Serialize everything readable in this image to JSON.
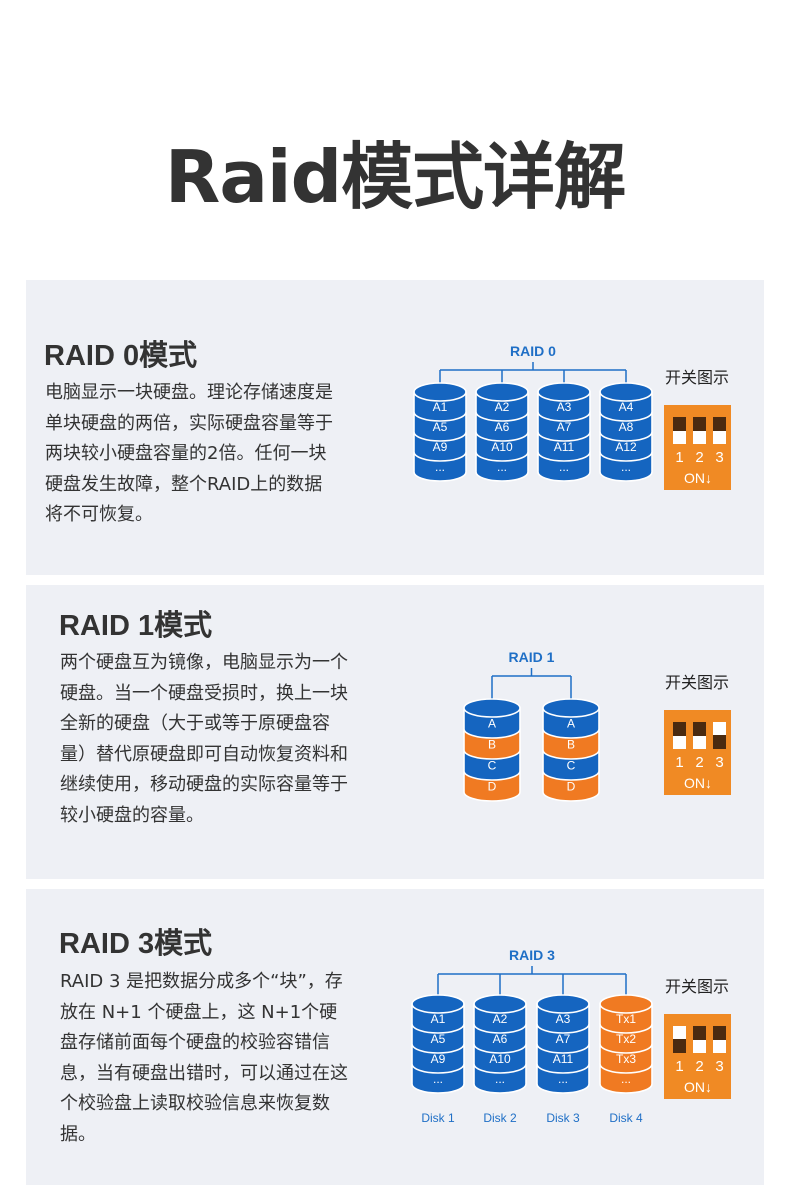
{
  "page_title": "Raid模式详解",
  "colors": {
    "disk_blue": "#1565c0",
    "disk_orange": "#f07a22",
    "line_blue": "#1f6fc6",
    "switch_orange": "#f08a24",
    "panel_bg": "#eef0f5"
  },
  "sections": [
    {
      "title": "RAID 0模式",
      "description": "电脑显示一块硬盘。理论存储速度是单块硬盘的两倍，实际硬盘容量等于两块较小硬盘容量的2倍。任何一块硬盘发生故障，整个RAID上的数据将不可恢复。",
      "diagram_label": "RAID 0",
      "switch_label": "开关图示",
      "switch_numbers": [
        "1",
        "2",
        "3"
      ],
      "switch_on": "ON↓",
      "switch_states": [
        "down",
        "down",
        "down"
      ],
      "disks": [
        {
          "labels": [
            "A1",
            "A5",
            "A9",
            "..."
          ],
          "colors": [
            "blue",
            "blue",
            "blue",
            "blue"
          ]
        },
        {
          "labels": [
            "A2",
            "A6",
            "A10",
            "..."
          ],
          "colors": [
            "blue",
            "blue",
            "blue",
            "blue"
          ]
        },
        {
          "labels": [
            "A3",
            "A7",
            "A11",
            "..."
          ],
          "colors": [
            "blue",
            "blue",
            "blue",
            "blue"
          ]
        },
        {
          "labels": [
            "A4",
            "A8",
            "A12",
            "..."
          ],
          "colors": [
            "blue",
            "blue",
            "blue",
            "blue"
          ]
        }
      ],
      "disk_names": []
    },
    {
      "title": "RAID 1模式",
      "description": "两个硬盘互为镜像，电脑显示为一个硬盘。当一个硬盘受损时，换上一块全新的硬盘（大于或等于原硬盘容量）替代原硬盘即可自动恢复资料和继续使用，移动硬盘的实际容量等于较小硬盘的容量。",
      "diagram_label": "RAID 1",
      "switch_label": "开关图示",
      "switch_numbers": [
        "1",
        "2",
        "3"
      ],
      "switch_on": "ON↓",
      "switch_states": [
        "down",
        "down",
        "up"
      ],
      "disks": [
        {
          "labels": [
            "A",
            "B",
            "C",
            "D"
          ],
          "colors": [
            "blue",
            "orange",
            "blue",
            "orange"
          ]
        },
        {
          "labels": [
            "A",
            "B",
            "C",
            "D"
          ],
          "colors": [
            "blue",
            "orange",
            "blue",
            "orange"
          ]
        }
      ],
      "disk_names": []
    },
    {
      "title": "RAID 3模式",
      "description": "RAID 3 是把数据分成多个“块”，存放在 N+1 个硬盘上，这 N+1个硬盘存储前面每个硬盘的校验容错信息，当有硬盘出错时，可以通过在这个校验盘上读取校验信息来恢复数据。",
      "diagram_label": "RAID 3",
      "switch_label": "开关图示",
      "switch_numbers": [
        "1",
        "2",
        "3"
      ],
      "switch_on": "ON↓",
      "switch_states": [
        "up",
        "down",
        "down"
      ],
      "disks": [
        {
          "labels": [
            "A1",
            "A5",
            "A9",
            "..."
          ],
          "colors": [
            "blue",
            "blue",
            "blue",
            "blue"
          ]
        },
        {
          "labels": [
            "A2",
            "A6",
            "A10",
            "..."
          ],
          "colors": [
            "blue",
            "blue",
            "blue",
            "blue"
          ]
        },
        {
          "labels": [
            "A3",
            "A7",
            "A11",
            "..."
          ],
          "colors": [
            "blue",
            "blue",
            "blue",
            "blue"
          ]
        },
        {
          "labels": [
            "Tx1",
            "Tx2",
            "Tx3",
            "..."
          ],
          "colors": [
            "orange",
            "orange",
            "orange",
            "orange"
          ]
        }
      ],
      "disk_names": [
        "Disk 1",
        "Disk 2",
        "Disk 3",
        "Disk 4"
      ]
    }
  ]
}
